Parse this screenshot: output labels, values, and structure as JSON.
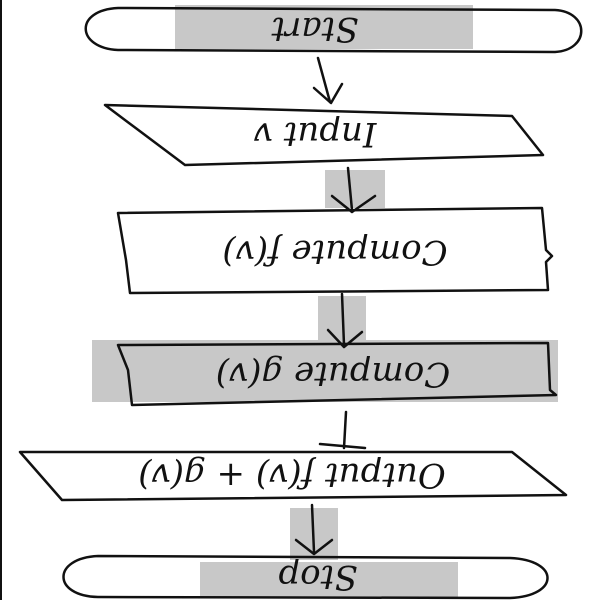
{
  "flowchart": {
    "start_label": "Start",
    "input_label": "Input v",
    "compute_f_label": "Compute f(v)",
    "compute_g_label": "Compute g(v)",
    "output_label": "Output f(v) + g(v)",
    "stop_label": "Stop"
  },
  "colors": {
    "ink": "#111111",
    "highlight": "#c8c8c8",
    "background": "#ffffff"
  }
}
